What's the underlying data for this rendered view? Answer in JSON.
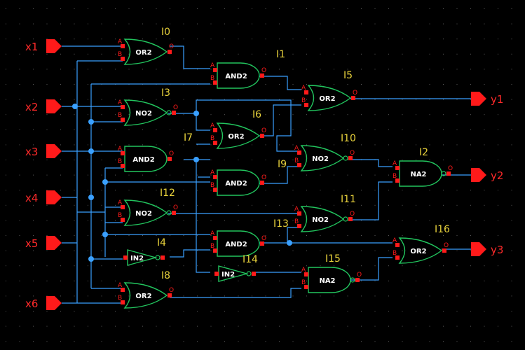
{
  "colors": {
    "background": "#000000",
    "grid": "#5a5a5a",
    "wire": "#3aa0ff",
    "gate": "#22c55e",
    "pin": "#ff1a1a",
    "port": "#ff1a1a",
    "port_label": "#ff2a2a",
    "instance_label": "#e8d23c",
    "gate_text": "#ffffff"
  },
  "inputs": [
    {
      "id": "x1",
      "label": "x1"
    },
    {
      "id": "x2",
      "label": "x2"
    },
    {
      "id": "x3",
      "label": "x3"
    },
    {
      "id": "x4",
      "label": "x4"
    },
    {
      "id": "x5",
      "label": "x5"
    },
    {
      "id": "x6",
      "label": "x6"
    }
  ],
  "outputs": [
    {
      "id": "y1",
      "label": "y1"
    },
    {
      "id": "y2",
      "label": "y2"
    },
    {
      "id": "y3",
      "label": "y3"
    }
  ],
  "gates": [
    {
      "id": "I0",
      "instance": "I0",
      "cell": "OR2"
    },
    {
      "id": "I1",
      "instance": "I1",
      "cell": "AND2"
    },
    {
      "id": "I2",
      "instance": "I2",
      "cell": "NA2"
    },
    {
      "id": "I3",
      "instance": "I3",
      "cell": "NO2"
    },
    {
      "id": "I4",
      "instance": "I4",
      "cell": "IN2"
    },
    {
      "id": "I5",
      "instance": "I5",
      "cell": "OR2"
    },
    {
      "id": "I6",
      "instance": "I6",
      "cell": "OR2"
    },
    {
      "id": "I7",
      "instance": "I7",
      "cell": "AND2"
    },
    {
      "id": "I8",
      "instance": "I8",
      "cell": "OR2"
    },
    {
      "id": "I9",
      "instance": "I9",
      "cell": "AND2"
    },
    {
      "id": "I10",
      "instance": "I10",
      "cell": "NO2"
    },
    {
      "id": "I11",
      "instance": "I11",
      "cell": "NO2"
    },
    {
      "id": "I12",
      "instance": "I12",
      "cell": "NO2"
    },
    {
      "id": "I13",
      "instance": "I13",
      "cell": "AND2"
    },
    {
      "id": "I14",
      "instance": "I14",
      "cell": "IN2"
    },
    {
      "id": "I15",
      "instance": "I15",
      "cell": "NA2"
    },
    {
      "id": "I16",
      "instance": "I16",
      "cell": "OR2"
    }
  ],
  "pins": {
    "a": "A",
    "b": "B",
    "o": "O"
  }
}
